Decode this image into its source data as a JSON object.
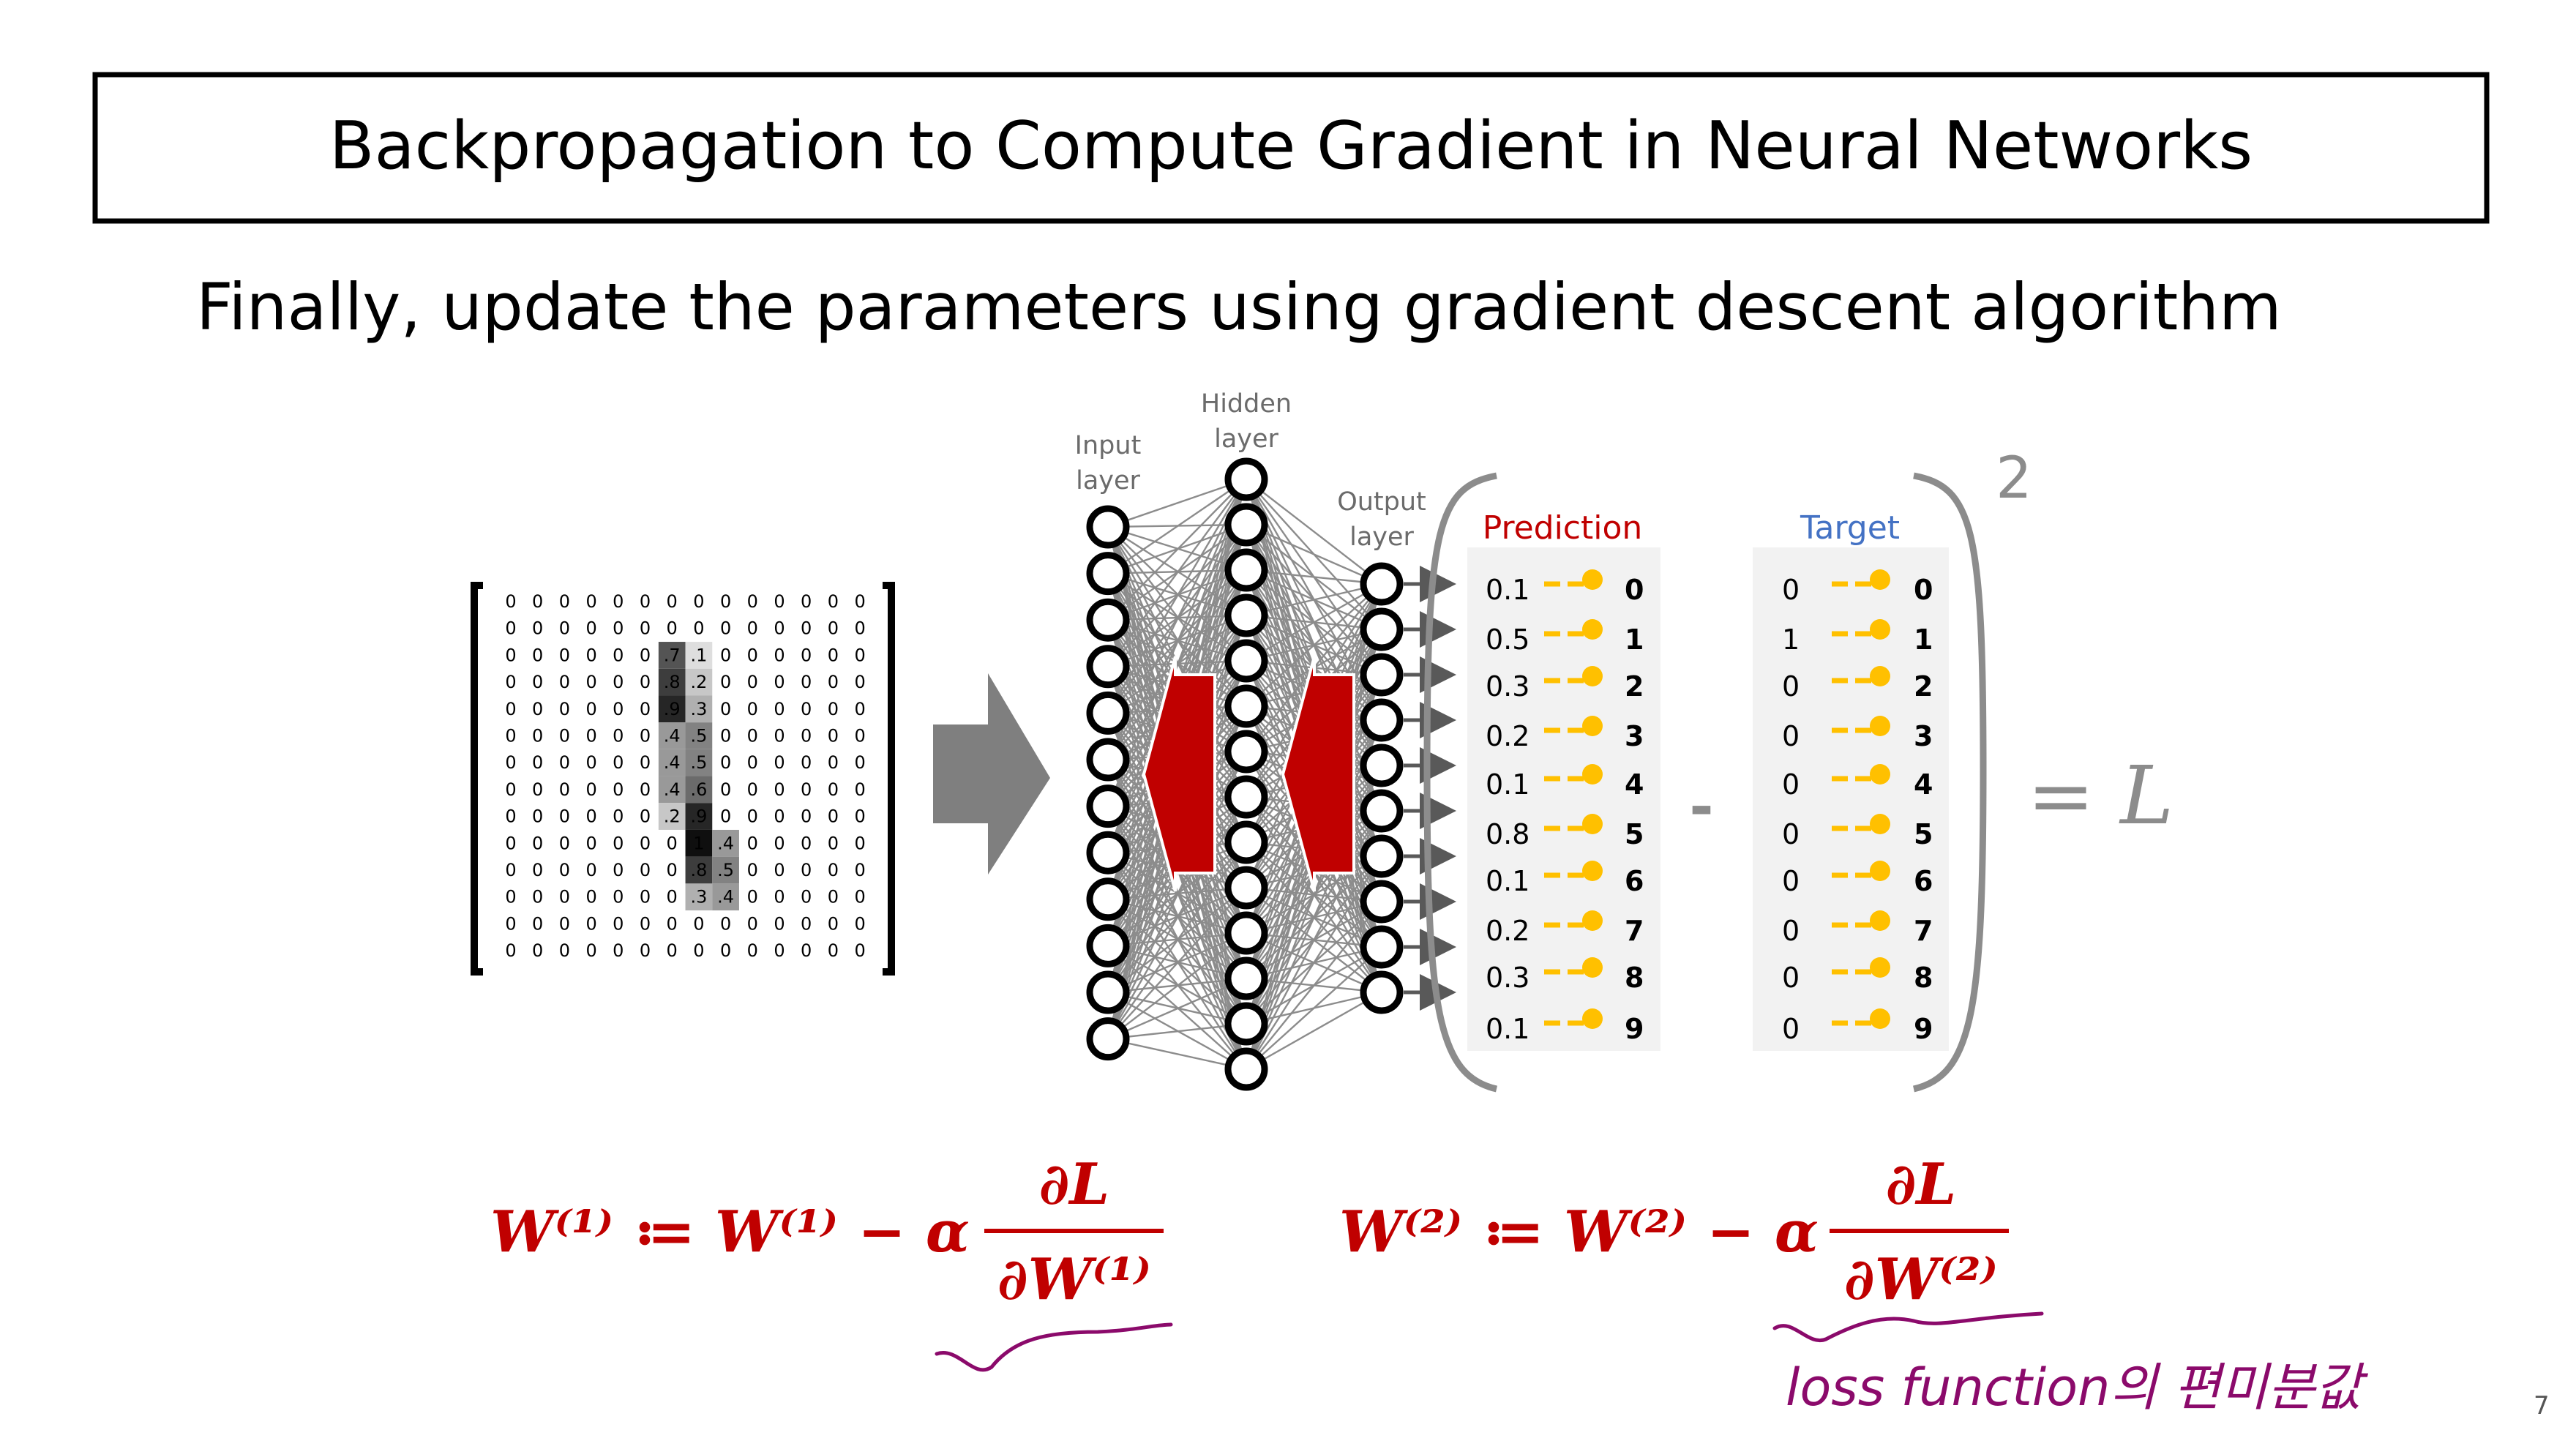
{
  "slide": {
    "title": "Backpropagation to Compute Gradient in Neural Networks",
    "subtitle": "Finally, update the parameters using gradient descent algorithm",
    "page_number": "7"
  },
  "network": {
    "input_label_1": "Input",
    "input_label_2": "layer",
    "hidden_label_1": "Hidden",
    "hidden_label_2": "layer",
    "output_label_1": "Output",
    "output_label_2": "layer",
    "input_nodes": 12,
    "hidden_nodes": 14,
    "output_nodes": 10
  },
  "input_matrix": {
    "rows": [
      [
        "0",
        "0",
        "0",
        "0",
        "0",
        "0",
        "0",
        "0",
        "0",
        "0",
        "0",
        "0",
        "0",
        "0"
      ],
      [
        "0",
        "0",
        "0",
        "0",
        "0",
        "0",
        "0",
        "0",
        "0",
        "0",
        "0",
        "0",
        "0",
        "0"
      ],
      [
        "0",
        "0",
        "0",
        "0",
        "0",
        "0",
        ".7",
        ".1",
        "0",
        "0",
        "0",
        "0",
        "0",
        "0"
      ],
      [
        "0",
        "0",
        "0",
        "0",
        "0",
        "0",
        ".8",
        ".2",
        "0",
        "0",
        "0",
        "0",
        "0",
        "0"
      ],
      [
        "0",
        "0",
        "0",
        "0",
        "0",
        "0",
        ".9",
        ".3",
        "0",
        "0",
        "0",
        "0",
        "0",
        "0"
      ],
      [
        "0",
        "0",
        "0",
        "0",
        "0",
        "0",
        ".4",
        ".5",
        "0",
        "0",
        "0",
        "0",
        "0",
        "0"
      ],
      [
        "0",
        "0",
        "0",
        "0",
        "0",
        "0",
        ".4",
        ".5",
        "0",
        "0",
        "0",
        "0",
        "0",
        "0"
      ],
      [
        "0",
        "0",
        "0",
        "0",
        "0",
        "0",
        ".4",
        ".6",
        "0",
        "0",
        "0",
        "0",
        "0",
        "0"
      ],
      [
        "0",
        "0",
        "0",
        "0",
        "0",
        "0",
        ".2",
        ".9",
        "0",
        "0",
        "0",
        "0",
        "0",
        "0"
      ],
      [
        "0",
        "0",
        "0",
        "0",
        "0",
        "0",
        "0",
        "1",
        ".4",
        "0",
        "0",
        "0",
        "0",
        "0"
      ],
      [
        "0",
        "0",
        "0",
        "0",
        "0",
        "0",
        "0",
        ".8",
        ".5",
        "0",
        "0",
        "0",
        "0",
        "0"
      ],
      [
        "0",
        "0",
        "0",
        "0",
        "0",
        "0",
        "0",
        ".3",
        ".4",
        "0",
        "0",
        "0",
        "0",
        "0"
      ],
      [
        "0",
        "0",
        "0",
        "0",
        "0",
        "0",
        "0",
        "0",
        "0",
        "0",
        "0",
        "0",
        "0",
        "0"
      ],
      [
        "0",
        "0",
        "0",
        "0",
        "0",
        "0",
        "0",
        "0",
        "0",
        "0",
        "0",
        "0",
        "0",
        "0"
      ]
    ]
  },
  "prediction": {
    "label": "Prediction",
    "values": [
      "0.1",
      "0.5",
      "0.3",
      "0.2",
      "0.1",
      "0.8",
      "0.1",
      "0.2",
      "0.3",
      "0.1"
    ],
    "digits": [
      "0",
      "1",
      "2",
      "3",
      "4",
      "5",
      "6",
      "7",
      "8",
      "9"
    ]
  },
  "target": {
    "label": "Target",
    "values": [
      "0",
      "1",
      "0",
      "0",
      "0",
      "0",
      "0",
      "0",
      "0",
      "0"
    ],
    "digits": [
      "0",
      "1",
      "2",
      "3",
      "4",
      "5",
      "6",
      "7",
      "8",
      "9"
    ]
  },
  "loss": {
    "minus": "-",
    "exponent": "2",
    "equals": "= L"
  },
  "equations": {
    "eq1": {
      "lhs": "W⁽¹⁾ ≔ W⁽¹⁾ − α",
      "numerator": "∂L",
      "denominator": "∂W⁽¹⁾"
    },
    "eq2": {
      "lhs": "W⁽²⁾ ≔ W⁽²⁾ − α",
      "numerator": "∂L",
      "denominator": "∂W⁽²⁾"
    }
  },
  "handwriting": {
    "note": "loss function의 편미분값"
  },
  "colors": {
    "accent_red": "#c00000",
    "target_blue": "#4472c4",
    "arrow_gray": "#7f7f7f",
    "pin_yellow": "#ffc000",
    "handwriting_purple": "#8b0a6b"
  }
}
